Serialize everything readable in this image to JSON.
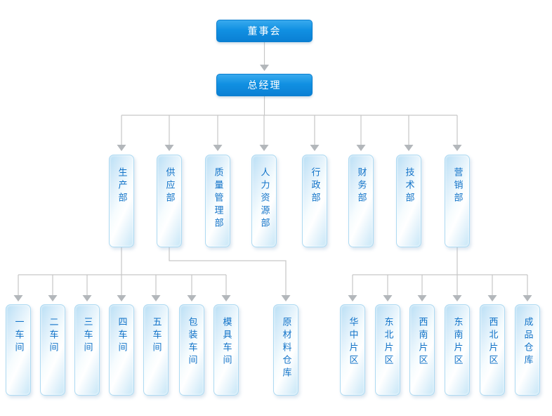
{
  "colors": {
    "primary_node_blue": "#0d86da",
    "secondary_node_fill": "#cfe9f8",
    "node_text_blue": "#1273c8",
    "connector_gray": "#c6c6c6",
    "arrow_gray": "#b3b7bb"
  },
  "org": {
    "board": {
      "label": "董事会"
    },
    "general_manager": {
      "label": "总经理"
    },
    "departments": [
      {
        "label": "生产部"
      },
      {
        "label": "供应部"
      },
      {
        "label": "质量管理部"
      },
      {
        "label": "人力资源部"
      },
      {
        "label": "行政部"
      },
      {
        "label": "财务部"
      },
      {
        "label": "技术部"
      },
      {
        "label": "营销部"
      }
    ],
    "production_units": [
      {
        "label": "一车间"
      },
      {
        "label": "二车间"
      },
      {
        "label": "三车间"
      },
      {
        "label": "四车间"
      },
      {
        "label": "五车间"
      },
      {
        "label": "包装车间"
      },
      {
        "label": "模具车间"
      }
    ],
    "supply_units": [
      {
        "label": "原材料仓库"
      }
    ],
    "marketing_units": [
      {
        "label": "华中片区"
      },
      {
        "label": "东北片区"
      },
      {
        "label": "西南片区"
      },
      {
        "label": "东南片区"
      },
      {
        "label": "西北片区"
      },
      {
        "label": "成品仓库"
      }
    ]
  }
}
